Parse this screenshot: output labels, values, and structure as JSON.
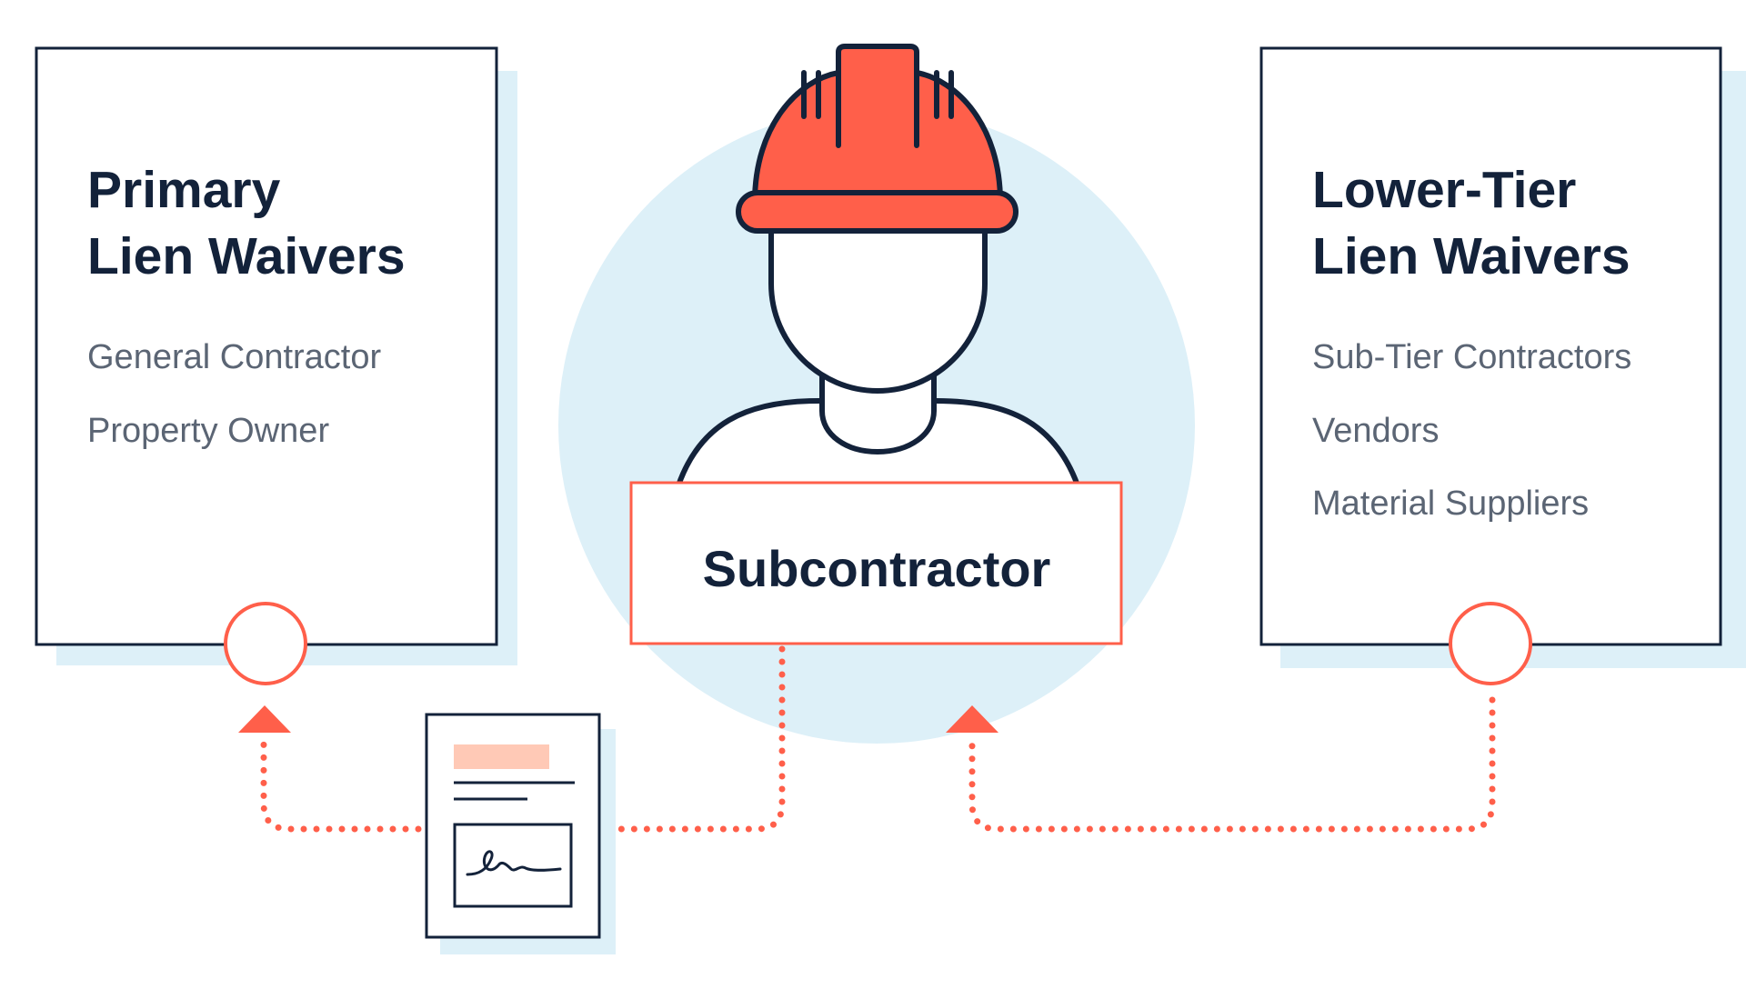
{
  "left_card": {
    "title_line1": "Primary",
    "title_line2": "Lien Waivers",
    "items": [
      "General Contractor",
      "Property Owner"
    ]
  },
  "right_card": {
    "title_line1": "Lower-Tier",
    "title_line2": "Lien Waivers",
    "items": [
      "Sub-Tier Contractors",
      "Vendors",
      "Material Suppliers"
    ]
  },
  "center": {
    "label": "Subcontractor"
  },
  "icons": {
    "worker": "construction-worker-icon",
    "document": "signed-document-icon"
  },
  "colors": {
    "navy": "#13223a",
    "coral": "#ff5f4a",
    "light_blue": "#ddf0f8",
    "peach": "#ffc9b6",
    "grey_text": "#5b6574"
  }
}
